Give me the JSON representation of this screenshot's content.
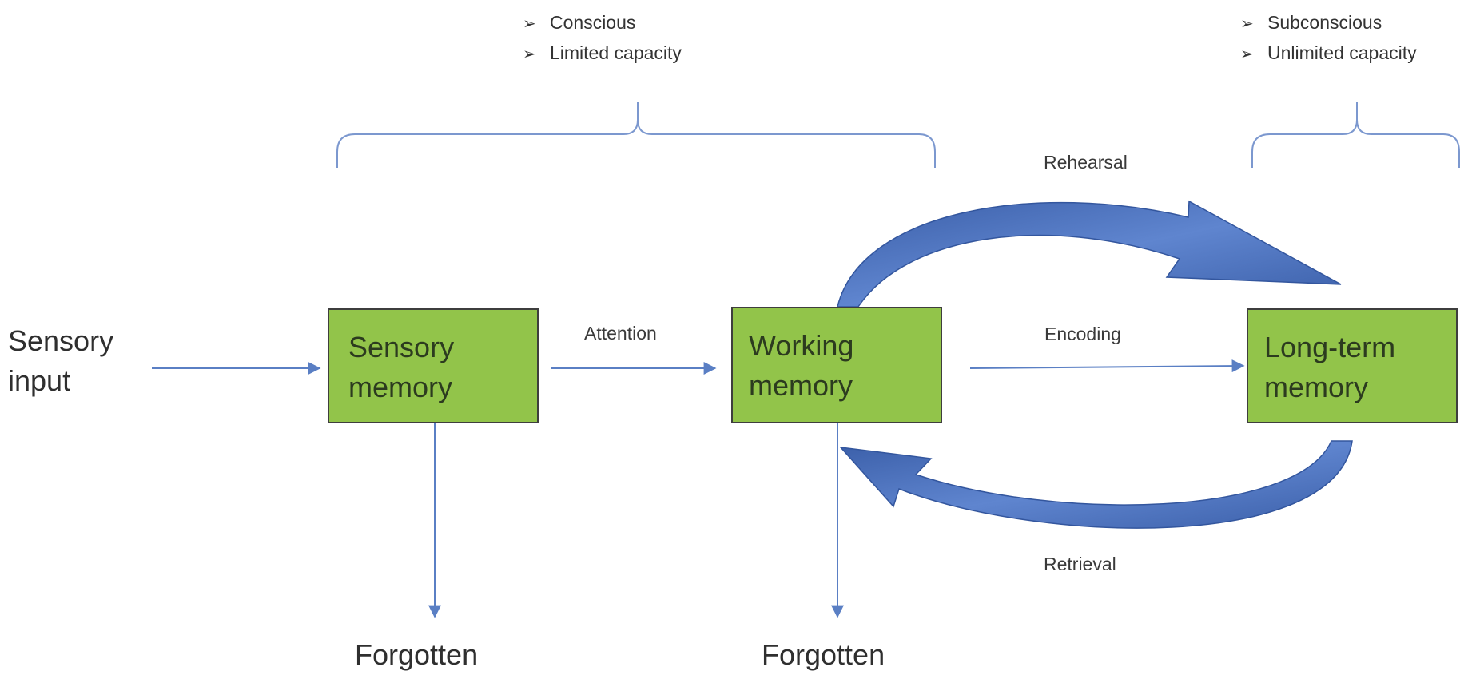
{
  "inputs": {
    "sensory_input": [
      "Sensory",
      "input"
    ]
  },
  "stores": {
    "sensory": [
      "Sensory",
      "memory"
    ],
    "working": [
      "Working",
      "memory"
    ],
    "long_term": [
      "Long-term",
      "memory"
    ]
  },
  "processes": {
    "attention": "Attention",
    "encoding": "Encoding",
    "rehearsal": "Rehearsal",
    "retrieval": "Retrieval"
  },
  "outcomes": {
    "forgotten_sensory": "Forgotten",
    "forgotten_working": "Forgotten"
  },
  "annotations": {
    "conscious": {
      "bullet_marker": "➢",
      "items": [
        "Conscious",
        "Limited capacity"
      ]
    },
    "subconscious": {
      "bullet_marker": "➢",
      "items": [
        "Subconscious",
        "Unlimited capacity"
      ]
    }
  },
  "colors": {
    "box_fill": "#92c44a",
    "box_border": "#3e3e3e",
    "flow_line": "#5a7fc4",
    "big_arrow": "#4a6fb8",
    "bracket": "#7c98cf"
  }
}
